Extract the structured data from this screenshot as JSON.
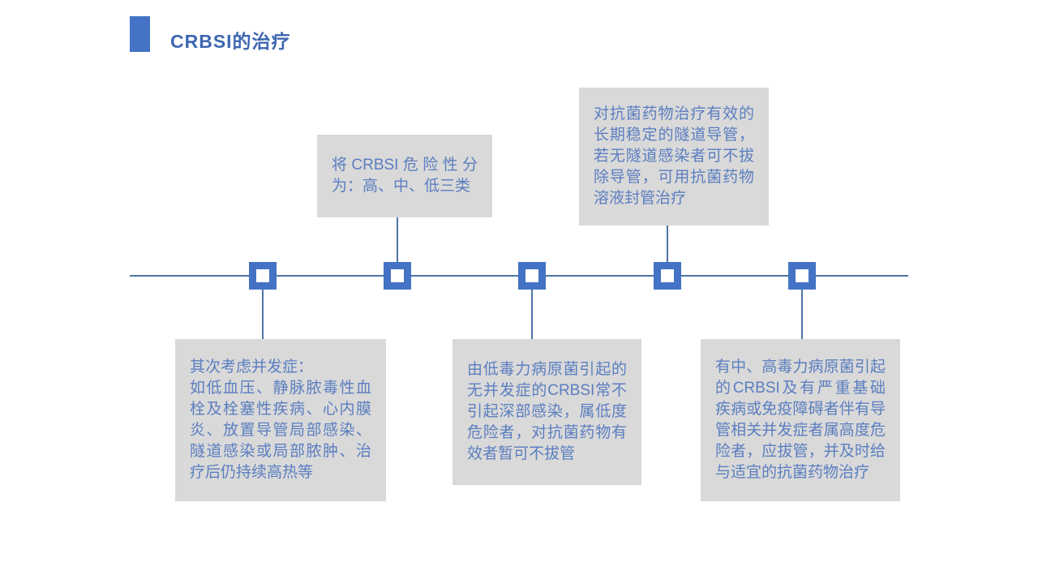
{
  "slide": {
    "title": "CRBSI的治疗"
  },
  "colors": {
    "accent": "#4472C4",
    "line": "#4E75A4",
    "box_bg": "#D9D9D9",
    "box_text": "#5B7EC0",
    "title_text": "#3D67B1",
    "slide_bg": "#FFFFFF"
  },
  "timeline": {
    "marker_count": 5,
    "callouts": [
      {
        "id": "complications",
        "position": "below",
        "text": "其次考虑并发症：\n如低血压、静脉脓毒性血栓及栓塞性疾病、心内膜炎、放置导管局部感染、隧道感染或局部脓肿、治疗后仍持续高热等"
      },
      {
        "id": "risk-classification",
        "position": "above",
        "text": "将CRBSI危险性分为：高、中、低三类"
      },
      {
        "id": "low-risk",
        "position": "below",
        "text": "由低毒力病原菌引起的无并发症的CRBSI常不引起深部感染，属低度危险者，对抗菌药物有效者暂可不拔管"
      },
      {
        "id": "tunnel-catheter",
        "position": "above",
        "text": "对抗菌药物治疗有效的长期稳定的隧道导管，若无隧道感染者可不拔除导管，可用抗菌药物溶液封管治疗"
      },
      {
        "id": "high-risk",
        "position": "below",
        "text": "有中、高毒力病原菌引起的CRBSI及有严重基础疾病或免疫障碍者伴有导管相关并发症者属高度危险者，应拔管，并及时给与适宜的抗菌药物治疗"
      }
    ]
  }
}
